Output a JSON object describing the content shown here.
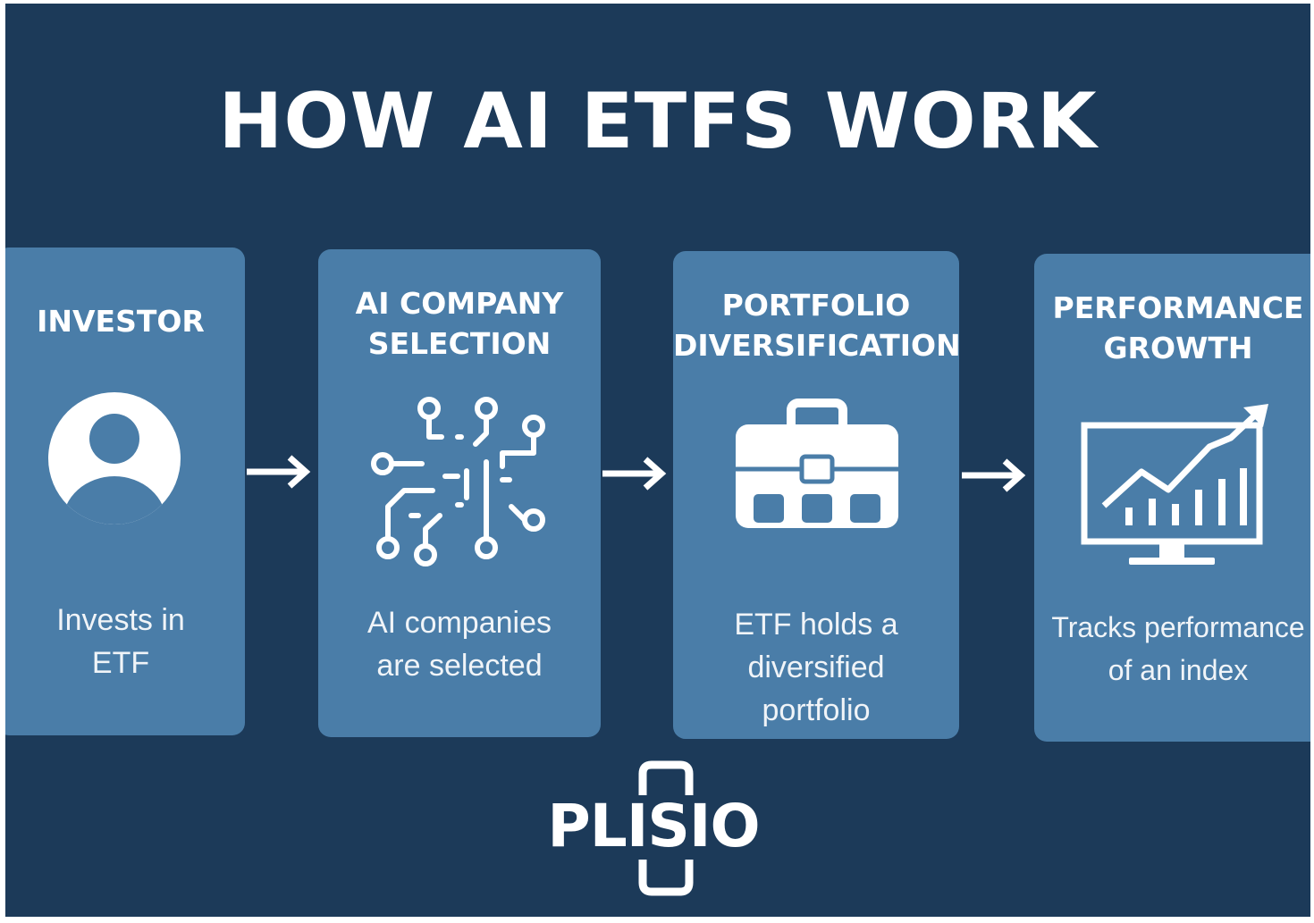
{
  "title": "HOW AI ETFS WORK",
  "colors": {
    "background": "#1c3a59",
    "card": "#4a7da8",
    "text": "#ffffff"
  },
  "steps": [
    {
      "title": "INVESTOR",
      "icon": "user-avatar-icon",
      "description": "Invests in\nETF"
    },
    {
      "title": "AI COMPANY\nSELECTION",
      "icon": "circuit-icon",
      "description": "AI companies\nare selected"
    },
    {
      "title": "PORTFOLIO\nDIVERSIFICATION",
      "icon": "briefcase-icon",
      "description": "ETF holds a\ndiversified\nportfolio"
    },
    {
      "title": "PERFORMANCE\nGROWTH",
      "icon": "growth-chart-monitor-icon",
      "description": "Tracks performance\nof an index"
    }
  ],
  "logo": {
    "text": "PLISIO"
  }
}
